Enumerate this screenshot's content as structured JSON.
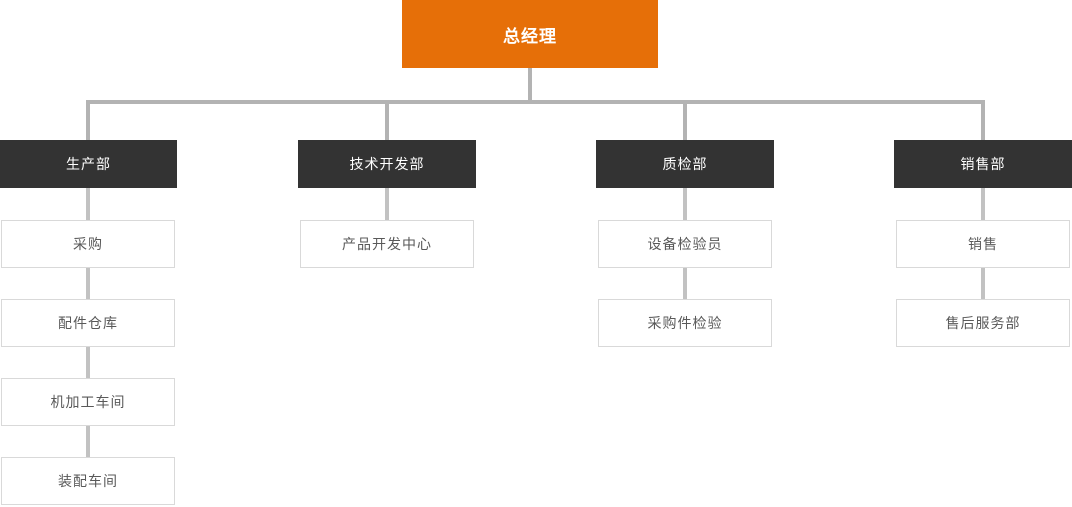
{
  "org_chart": {
    "root": {
      "label": "总经理"
    },
    "departments": [
      {
        "label": "生产部",
        "children": [
          "采购",
          "配件仓库",
          "机加工车间",
          "装配车间"
        ]
      },
      {
        "label": "技术开发部",
        "children": [
          "产品开发中心"
        ]
      },
      {
        "label": "质检部",
        "children": [
          "设备检验员",
          "采购件检验"
        ]
      },
      {
        "label": "销售部",
        "children": [
          "销售",
          "售后服务部"
        ]
      }
    ]
  },
  "colors": {
    "root_background": "#e66f08",
    "department_background": "#333333",
    "connector_gray": "#b3b3b3",
    "child_connector_gray": "#c2c2c2",
    "leaf_border": "#d9d9d9",
    "leaf_text": "#595959",
    "node_text_light": "#ffffff"
  }
}
